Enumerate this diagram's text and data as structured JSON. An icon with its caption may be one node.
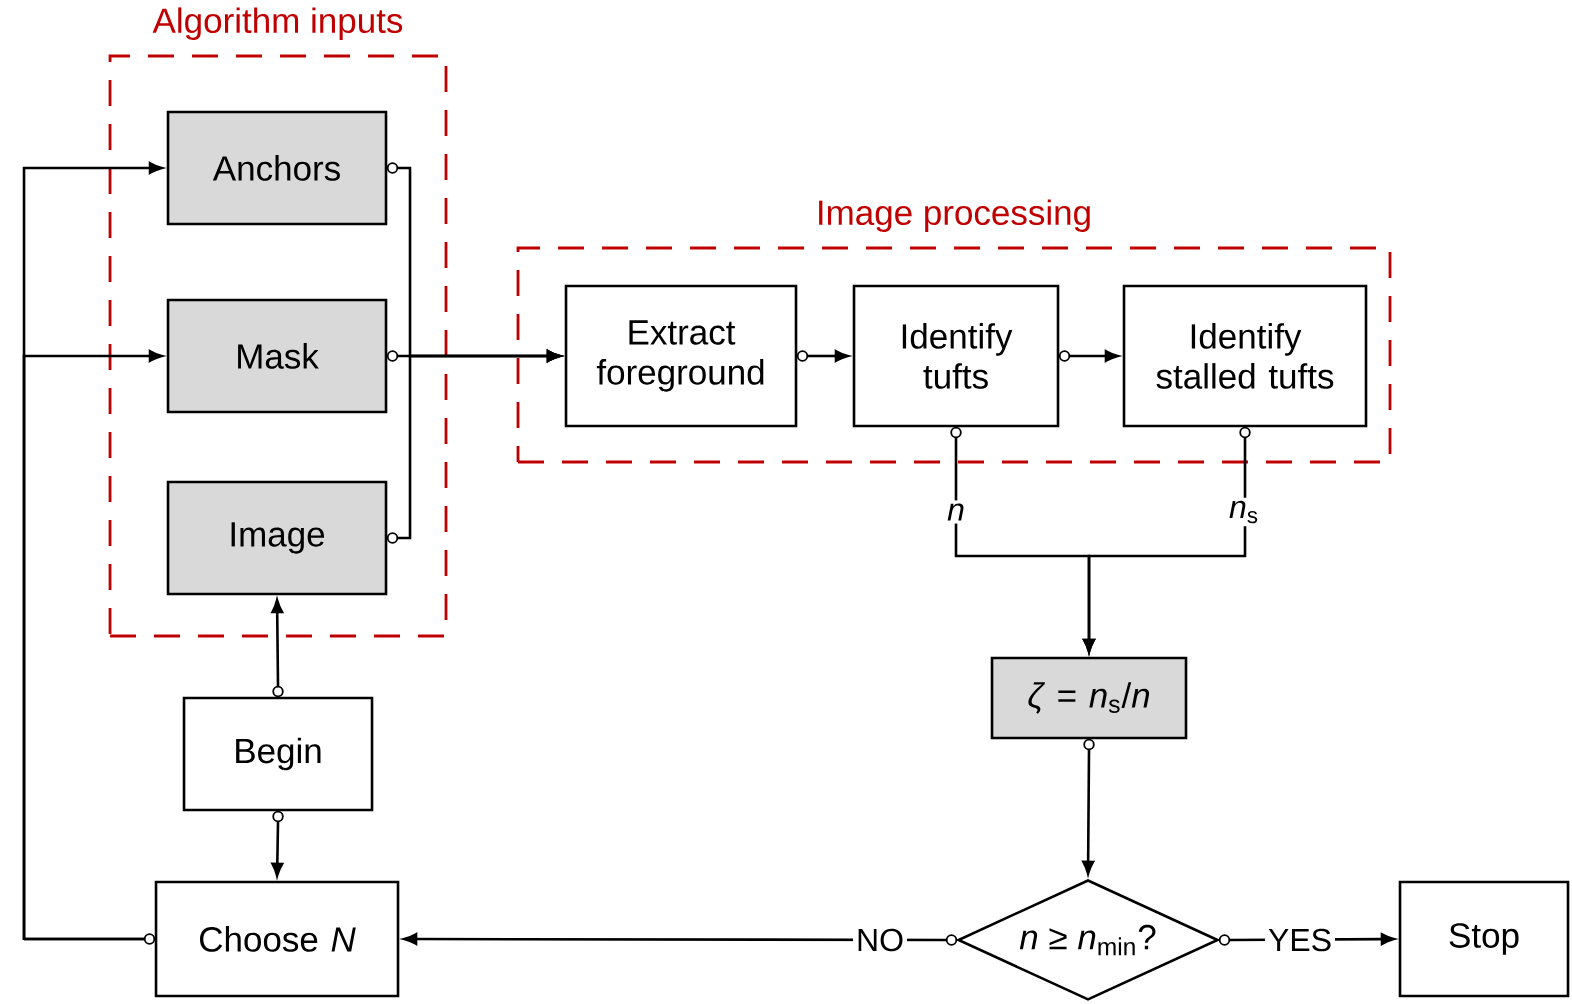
{
  "diagram": {
    "nodes": [
      {
        "text": [
          "Algorithm inputs"
        ]
      },
      {
        "text": [
          "Anchors"
        ],
        "in": 0
      },
      {
        "text": [
          "Mask"
        ],
        "in": 0
      },
      {
        "text": [
          "Image"
        ],
        "in": 0
      },
      {
        "text": [
          "Image processing"
        ]
      },
      {
        "text": [
          "Extract foreground"
        ],
        "in": 4
      },
      {
        "text": [
          "Identify tufts"
        ],
        "in": 4
      },
      {
        "text": [
          "Identify stalled tufts"
        ],
        "in": 4
      },
      {
        "text": [
          "*ζ* = *n*$_{s}$/*n*"
        ]
      },
      {
        "text": [
          "Begin"
        ]
      },
      {
        "text": [
          "Choose *N*"
        ]
      },
      {
        "text": [
          "*n* ≥ *n*$_{min}$?"
        ]
      },
      {
        "text": [
          "Stop"
        ]
      }
    ],
    "edges": [
      {
        "from": 10,
        "to": 1,
        "arrow": "to"
      },
      {
        "from": 10,
        "to": 2,
        "arrow": "to"
      },
      {
        "from": 1,
        "to": 5,
        "arrow": "to"
      },
      {
        "from": 2,
        "to": 5,
        "arrow": "to"
      },
      {
        "from": 3,
        "to": 5,
        "arrow": "to"
      },
      {
        "from": 5,
        "to": 6,
        "arrow": "to"
      },
      {
        "from": 6,
        "to": 7,
        "arrow": "to"
      },
      {
        "from": 6,
        "to": 8,
        "arrow": "to",
        "label": "*n*"
      },
      {
        "from": 7,
        "to": 8,
        "arrow": "to",
        "label": "*n*$_{s}$"
      },
      {
        "from": 8,
        "to": 11,
        "arrow": "to"
      },
      {
        "from": 11,
        "to": 10,
        "arrow": "to",
        "label": "NO"
      },
      {
        "from": 11,
        "to": 12,
        "arrow": "to",
        "label": "YES"
      },
      {
        "from": 9,
        "to": 3,
        "arrow": "to"
      },
      {
        "from": 9,
        "to": 10,
        "arrow": "to"
      }
    ]
  }
}
